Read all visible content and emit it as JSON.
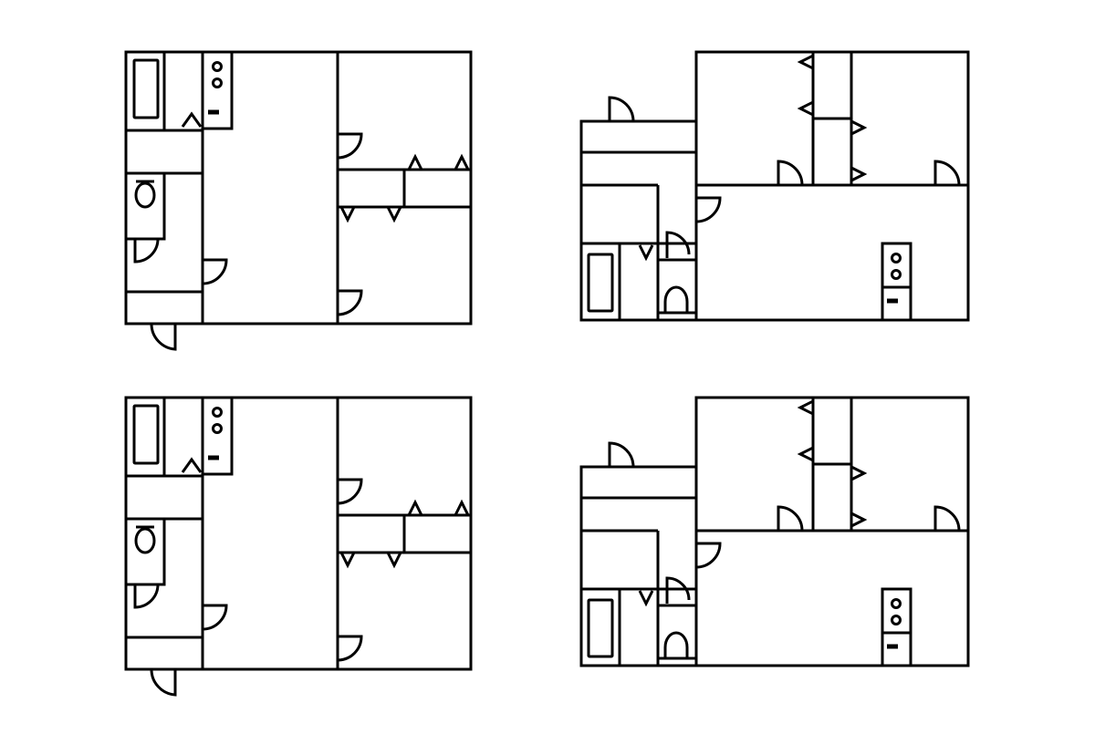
{
  "meta": {
    "description_free": true
  },
  "colors": {
    "line": "#000000",
    "background": "#ffffff"
  },
  "plans": [
    {
      "name": "plan-a",
      "variant": "A"
    },
    {
      "name": "plan-b",
      "variant": "B"
    },
    {
      "name": "plan-a-copy",
      "variant": "A"
    },
    {
      "name": "plan-b-copy",
      "variant": "B"
    }
  ],
  "icons": [
    "door-arc-icon",
    "door-triangle-icon",
    "bathtub-icon",
    "toilet-icon",
    "stove-icon"
  ]
}
